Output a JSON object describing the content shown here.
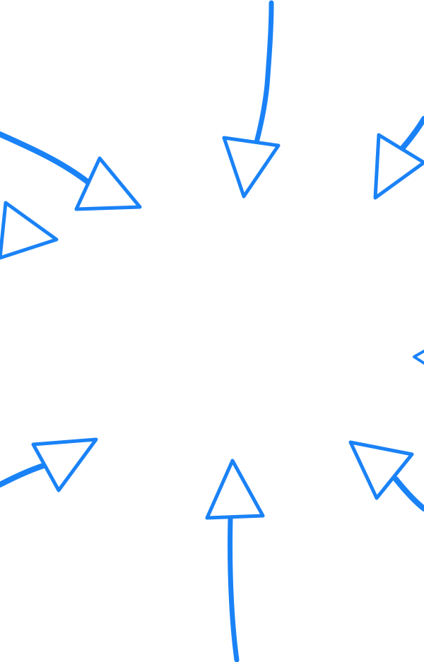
{
  "illustration": {
    "stroke_color": "#1a82f7",
    "background_color": "#ffffff",
    "arrows": [
      {
        "name": "arrow-top",
        "icon": "arrow-pointing-down-icon"
      },
      {
        "name": "arrow-top-left",
        "icon": "arrow-pointing-right-icon"
      },
      {
        "name": "arrow-left",
        "icon": "arrow-pointing-right-icon"
      },
      {
        "name": "arrow-top-right",
        "icon": "arrow-pointing-down-left-icon"
      },
      {
        "name": "arrow-right",
        "icon": "arrow-pointing-left-icon"
      },
      {
        "name": "arrow-bottom-left",
        "icon": "arrow-pointing-up-right-icon"
      },
      {
        "name": "arrow-bottom",
        "icon": "arrow-pointing-up-icon"
      },
      {
        "name": "arrow-bottom-right",
        "icon": "arrow-pointing-up-left-icon"
      }
    ]
  }
}
